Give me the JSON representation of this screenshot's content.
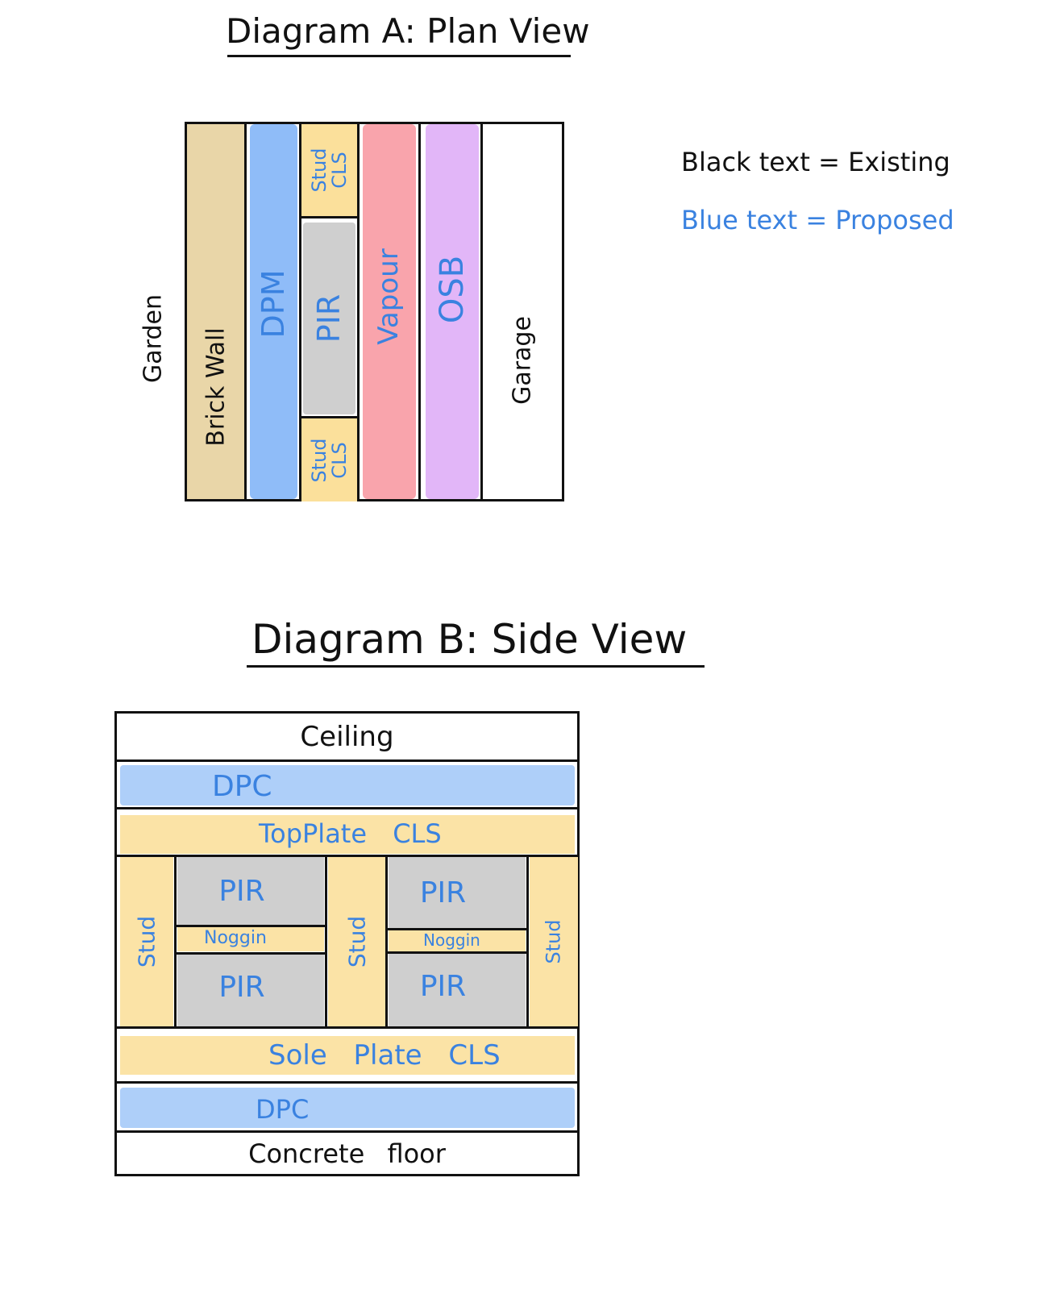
{
  "diagram_a": {
    "title": "Diagram A: Plan View",
    "outside_left": "Garden",
    "outside_right": "Garage",
    "layers": {
      "brick_wall": "Brick Wall",
      "dpm": "DPM",
      "stud_top": "Stud CLS",
      "pir": "PIR",
      "stud_bottom": "Stud CLS",
      "vapour": "Vapour",
      "osb": "OSB"
    }
  },
  "legend": {
    "existing": "Black text = Existing",
    "proposed": "Blue text = Proposed"
  },
  "diagram_b": {
    "title": "Diagram B: Side View",
    "ceiling": "Ceiling",
    "dpc_top": "DPC",
    "top_plate": "TopPlate CLS",
    "stud_left": "Stud",
    "stud_mid": "Stud",
    "stud_right": "Stud",
    "pir_tl": "PIR",
    "pir_bl": "PIR",
    "pir_tr": "PIR",
    "pir_br": "PIR",
    "noggin_left": "Noggin",
    "noggin_right": "Noggin",
    "sole_plate": "Sole Plate CLS",
    "dpc_bottom": "DPC",
    "floor": "Concrete floor"
  },
  "colors": {
    "brick": "#e9d6a8",
    "dpm": "#8fbcf8",
    "stud": "#fbe09b",
    "pir": "#cfcfcf",
    "vapour": "#f9a4ac",
    "osb": "#e2b6f8",
    "dpc": "#aecff9",
    "timber": "#fbe3a6",
    "proposed_text": "#3a82e0"
  }
}
